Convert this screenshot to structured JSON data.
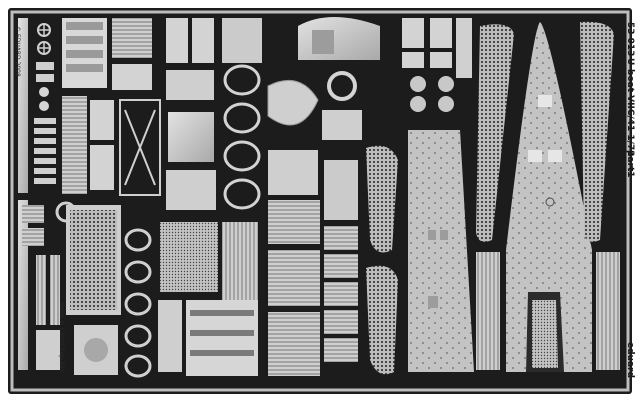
{
  "fret": {
    "product_code": "53 013",
    "title": "U-boat VIIC/41 1/72",
    "part_label": "part1",
    "brand": "eduard",
    "copyright": "© EDUARD 2008",
    "credit": "Made in Czech Republic"
  },
  "colors": {
    "background": "#ffffff",
    "fret_frame": "#1c1c1c",
    "metal": "#c8c8c8",
    "metal_light": "#dedede",
    "metal_dark": "#8f8f8f",
    "gap": "#1a1a1a"
  }
}
